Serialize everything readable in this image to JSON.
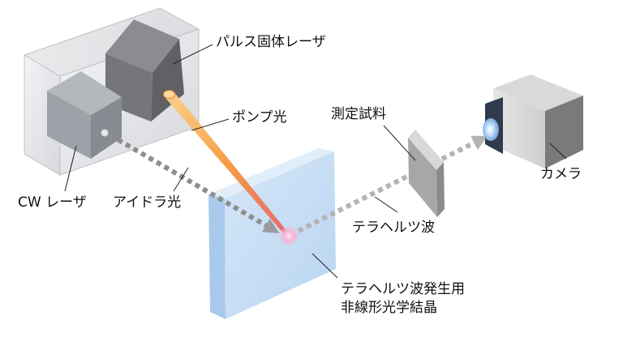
{
  "labels": {
    "pulse_laser": "パルス固体レーザ",
    "pump_light": "ポンプ光",
    "measurement_sample": "測定試料",
    "camera": "カメラ",
    "cw_laser": "CW レーザ",
    "idler_light": "アイドラ光",
    "terahertz_wave": "テラヘルツ波",
    "crystal_line1": "テラヘルツ波発生用",
    "crystal_line2": "非線形光学結晶"
  }
}
